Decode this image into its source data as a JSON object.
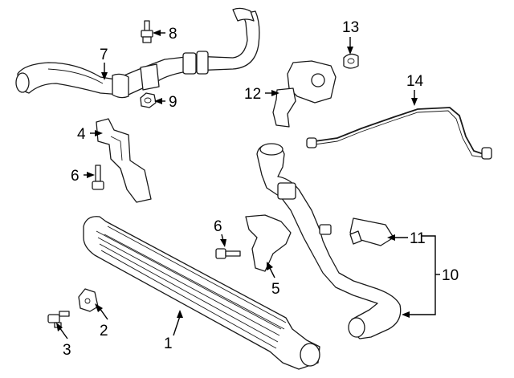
{
  "callouts": [
    {
      "id": "c1",
      "text": "1"
    },
    {
      "id": "c2",
      "text": "2"
    },
    {
      "id": "c3",
      "text": "3"
    },
    {
      "id": "c4",
      "text": "4"
    },
    {
      "id": "c5",
      "text": "5"
    },
    {
      "id": "c6a",
      "text": "6"
    },
    {
      "id": "c6b",
      "text": "6"
    },
    {
      "id": "c7",
      "text": "7"
    },
    {
      "id": "c8",
      "text": "8"
    },
    {
      "id": "c9",
      "text": "9"
    },
    {
      "id": "c10",
      "text": "10"
    },
    {
      "id": "c11",
      "text": "11"
    },
    {
      "id": "c12",
      "text": "12"
    },
    {
      "id": "c13",
      "text": "13"
    },
    {
      "id": "c14",
      "text": "14"
    }
  ]
}
